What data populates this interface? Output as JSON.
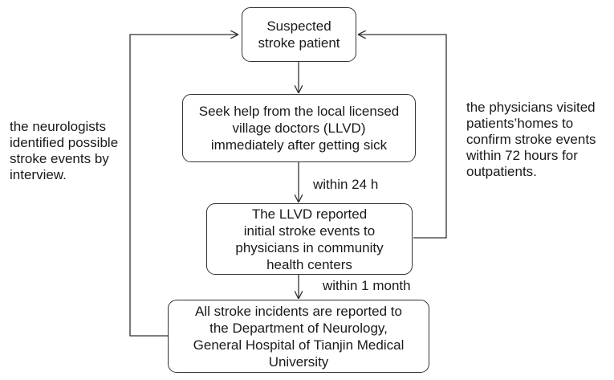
{
  "nodes": {
    "suspected": "Suspected\nstroke patient",
    "seek_help": "Seek help from the local licensed\nvillage doctors (LLVD)\nimmediately after getting sick",
    "llvd_report": "The LLVD reported\ninitial stroke events to\nphysicians in community\nhealth centers",
    "all_reported": "All stroke incidents are reported to\nthe Department of Neurology,\nGeneral Hospital of Tianjin Medical\nUniversity"
  },
  "edge_labels": {
    "within_24h": "within 24 h",
    "within_1month": "within 1 month"
  },
  "side_notes": {
    "left": "the neurologists\nidentified possible\nstroke events by\ninterview.",
    "right": "the physicians visited\npatients’homes to\nconfirm stroke events\nwithin 72 hours for\noutpatients."
  },
  "colors": {
    "line": "#333333",
    "text": "#1a1a1a",
    "background": "#ffffff"
  }
}
